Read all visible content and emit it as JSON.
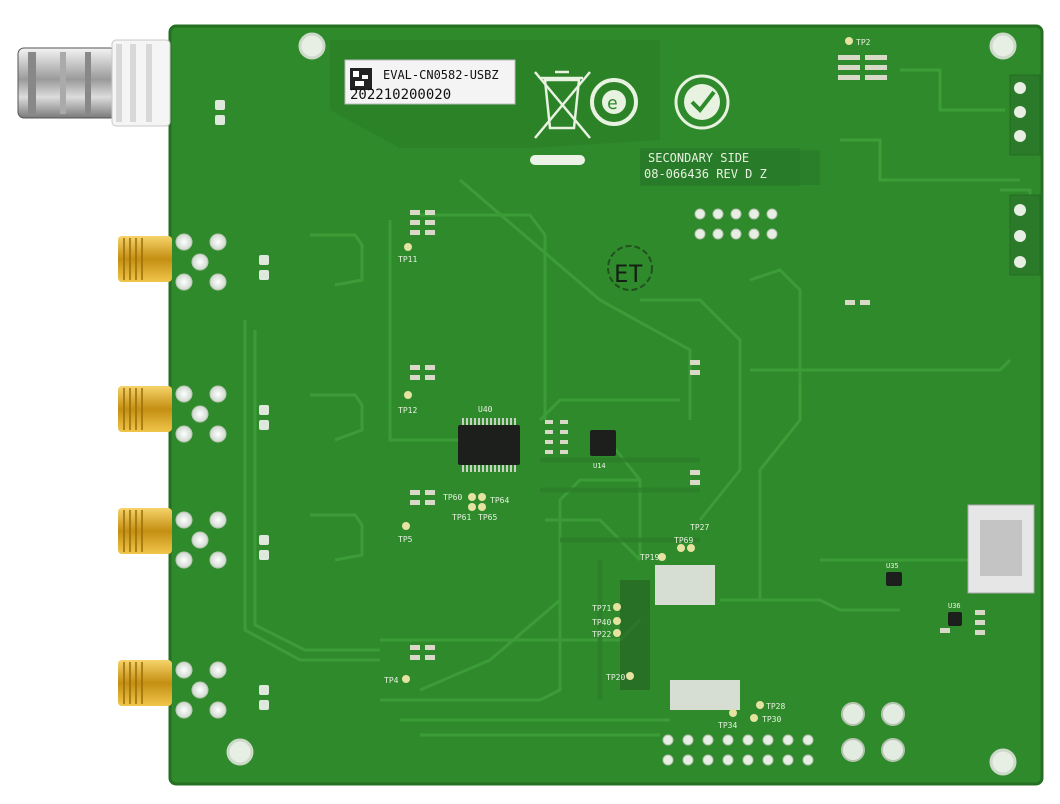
{
  "board": {
    "product_label": "EVAL-CN0582-USBZ",
    "serial_number": "202210200020",
    "side_text": "SECONDARY SIDE",
    "part_rev": "08-066436 REV D Z",
    "inspection_mark": "ET",
    "chips": [
      {
        "ref": "U40"
      },
      {
        "ref": "U14"
      },
      {
        "ref": "U35"
      },
      {
        "ref": "U36"
      }
    ],
    "testpoints": [
      "TP2",
      "TP11",
      "TP12",
      "TP5",
      "TP4",
      "TP60",
      "TP61",
      "TP64",
      "TP65",
      "TP19",
      "TP69",
      "TP27",
      "TP71",
      "TP40",
      "TP22",
      "TP20",
      "TP30",
      "TP34",
      "TP28"
    ],
    "colors": {
      "board": "#2f8a2c",
      "board_dark": "#237023",
      "trace": "#3d9a38",
      "silkscreen": "#e8f2e0",
      "gold": "#d4a21a",
      "label_bg": "#f2f2f2"
    }
  }
}
